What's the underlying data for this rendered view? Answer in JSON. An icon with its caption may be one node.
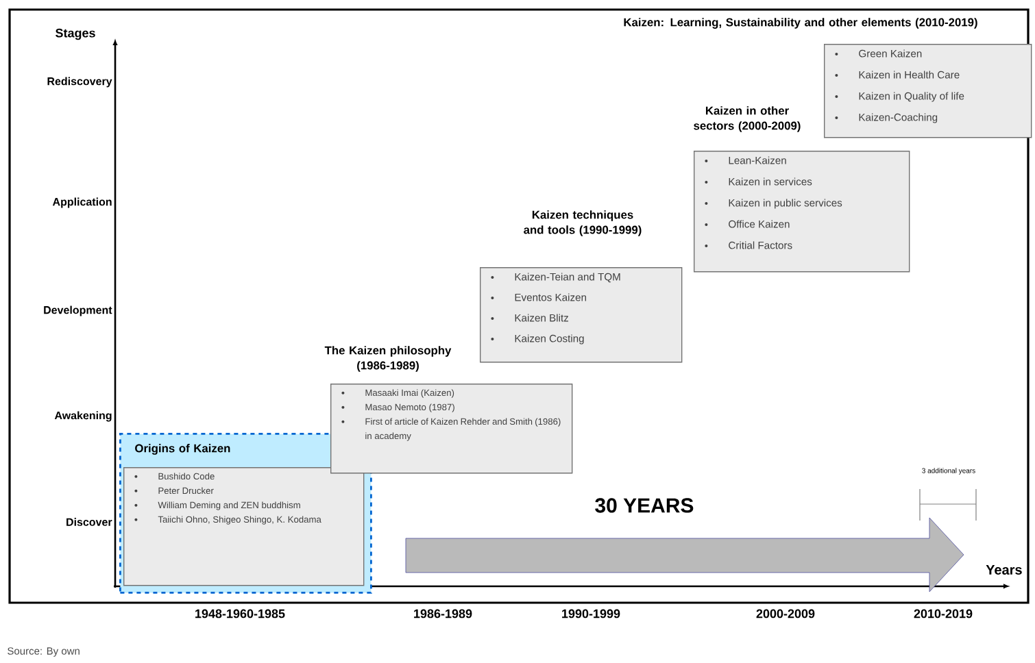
{
  "diagram": {
    "caption": "Source: By own",
    "nodes": [
      {
        "text": [
          "Origins of Kaizen"
        ]
      },
      {
        "text": [
          "Bushido Code",
          "Peter Drucker",
          "William Deming and ZEN buddhism",
          "Taiichi Ohno, Shigeo Shingo, K. Kodama"
        ],
        "in": 0
      },
      {
        "text": [
          "The Kaizen philosophy (1986-1989)",
          "Masaaki Imai (Kaizen)",
          "Masao Nemoto (1987)",
          "First of article of Kaizen Rehder and Smith (1986) in academy"
        ]
      },
      {
        "text": [
          "Kaizen techniques and tools (1990-1999)",
          "Kaizen-Teian and TQM",
          "Eventos Kaizen",
          "Kaizen Blitz",
          "Kaizen Costing"
        ]
      },
      {
        "text": [
          "Kaizen in other sectors (2000-2009)",
          "Lean-Kaizen",
          "Kaizen in services",
          "Kaizen in public services",
          "Office Kaizen",
          "Critial Factors"
        ]
      },
      {
        "text": [
          "Kaizen: Learning, Sustainability and other elements (2010-2019)",
          "Green Kaizen",
          "Kaizen in Health Care",
          "Kaizen in Quality of life",
          "Kaizen-Coaching"
        ]
      }
    ],
    "labels": [
      "Stages",
      "Rediscovery",
      "Application",
      "Development",
      "Awakening",
      "Discover",
      "30 YEARS",
      "3 additional years",
      "Years",
      "1948-1960-1985",
      "1986-1989",
      "1990-1999",
      "2000-2009",
      "2010-2019"
    ]
  }
}
